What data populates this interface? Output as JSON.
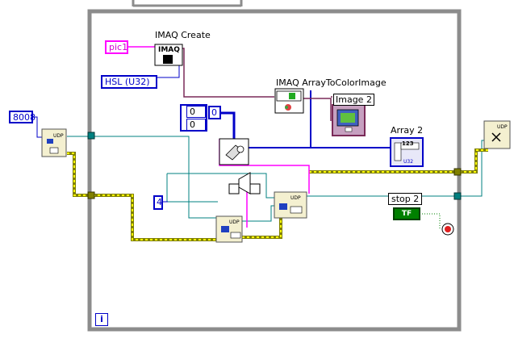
{
  "constants": {
    "port": "8008",
    "image_name": "pic1",
    "image_type": "HSL (U32)",
    "loop_count": "4",
    "array_a": "0",
    "array_b": "0",
    "array_idx": "0"
  },
  "labels": {
    "imaq_create": "IMAQ Create",
    "imaq_array_to_color": "IMAQ ArrayToColorImage",
    "image_indicator": "Image 2",
    "array_indicator": "Array 2",
    "stop_control": "stop 2",
    "stop_bool": "TF",
    "iteration": "i",
    "udp_icon": "UDP",
    "array_type": "123",
    "array_dtype": "U32"
  },
  "colors": {
    "loop_frame": "#8c8c8c",
    "wire_int": "#0000c8",
    "wire_cluster": "#808000",
    "wire_refnum": "#008080",
    "wire_string": "#ff00ff",
    "wire_image": "#7a2a58",
    "wire_bool": "#008000"
  }
}
